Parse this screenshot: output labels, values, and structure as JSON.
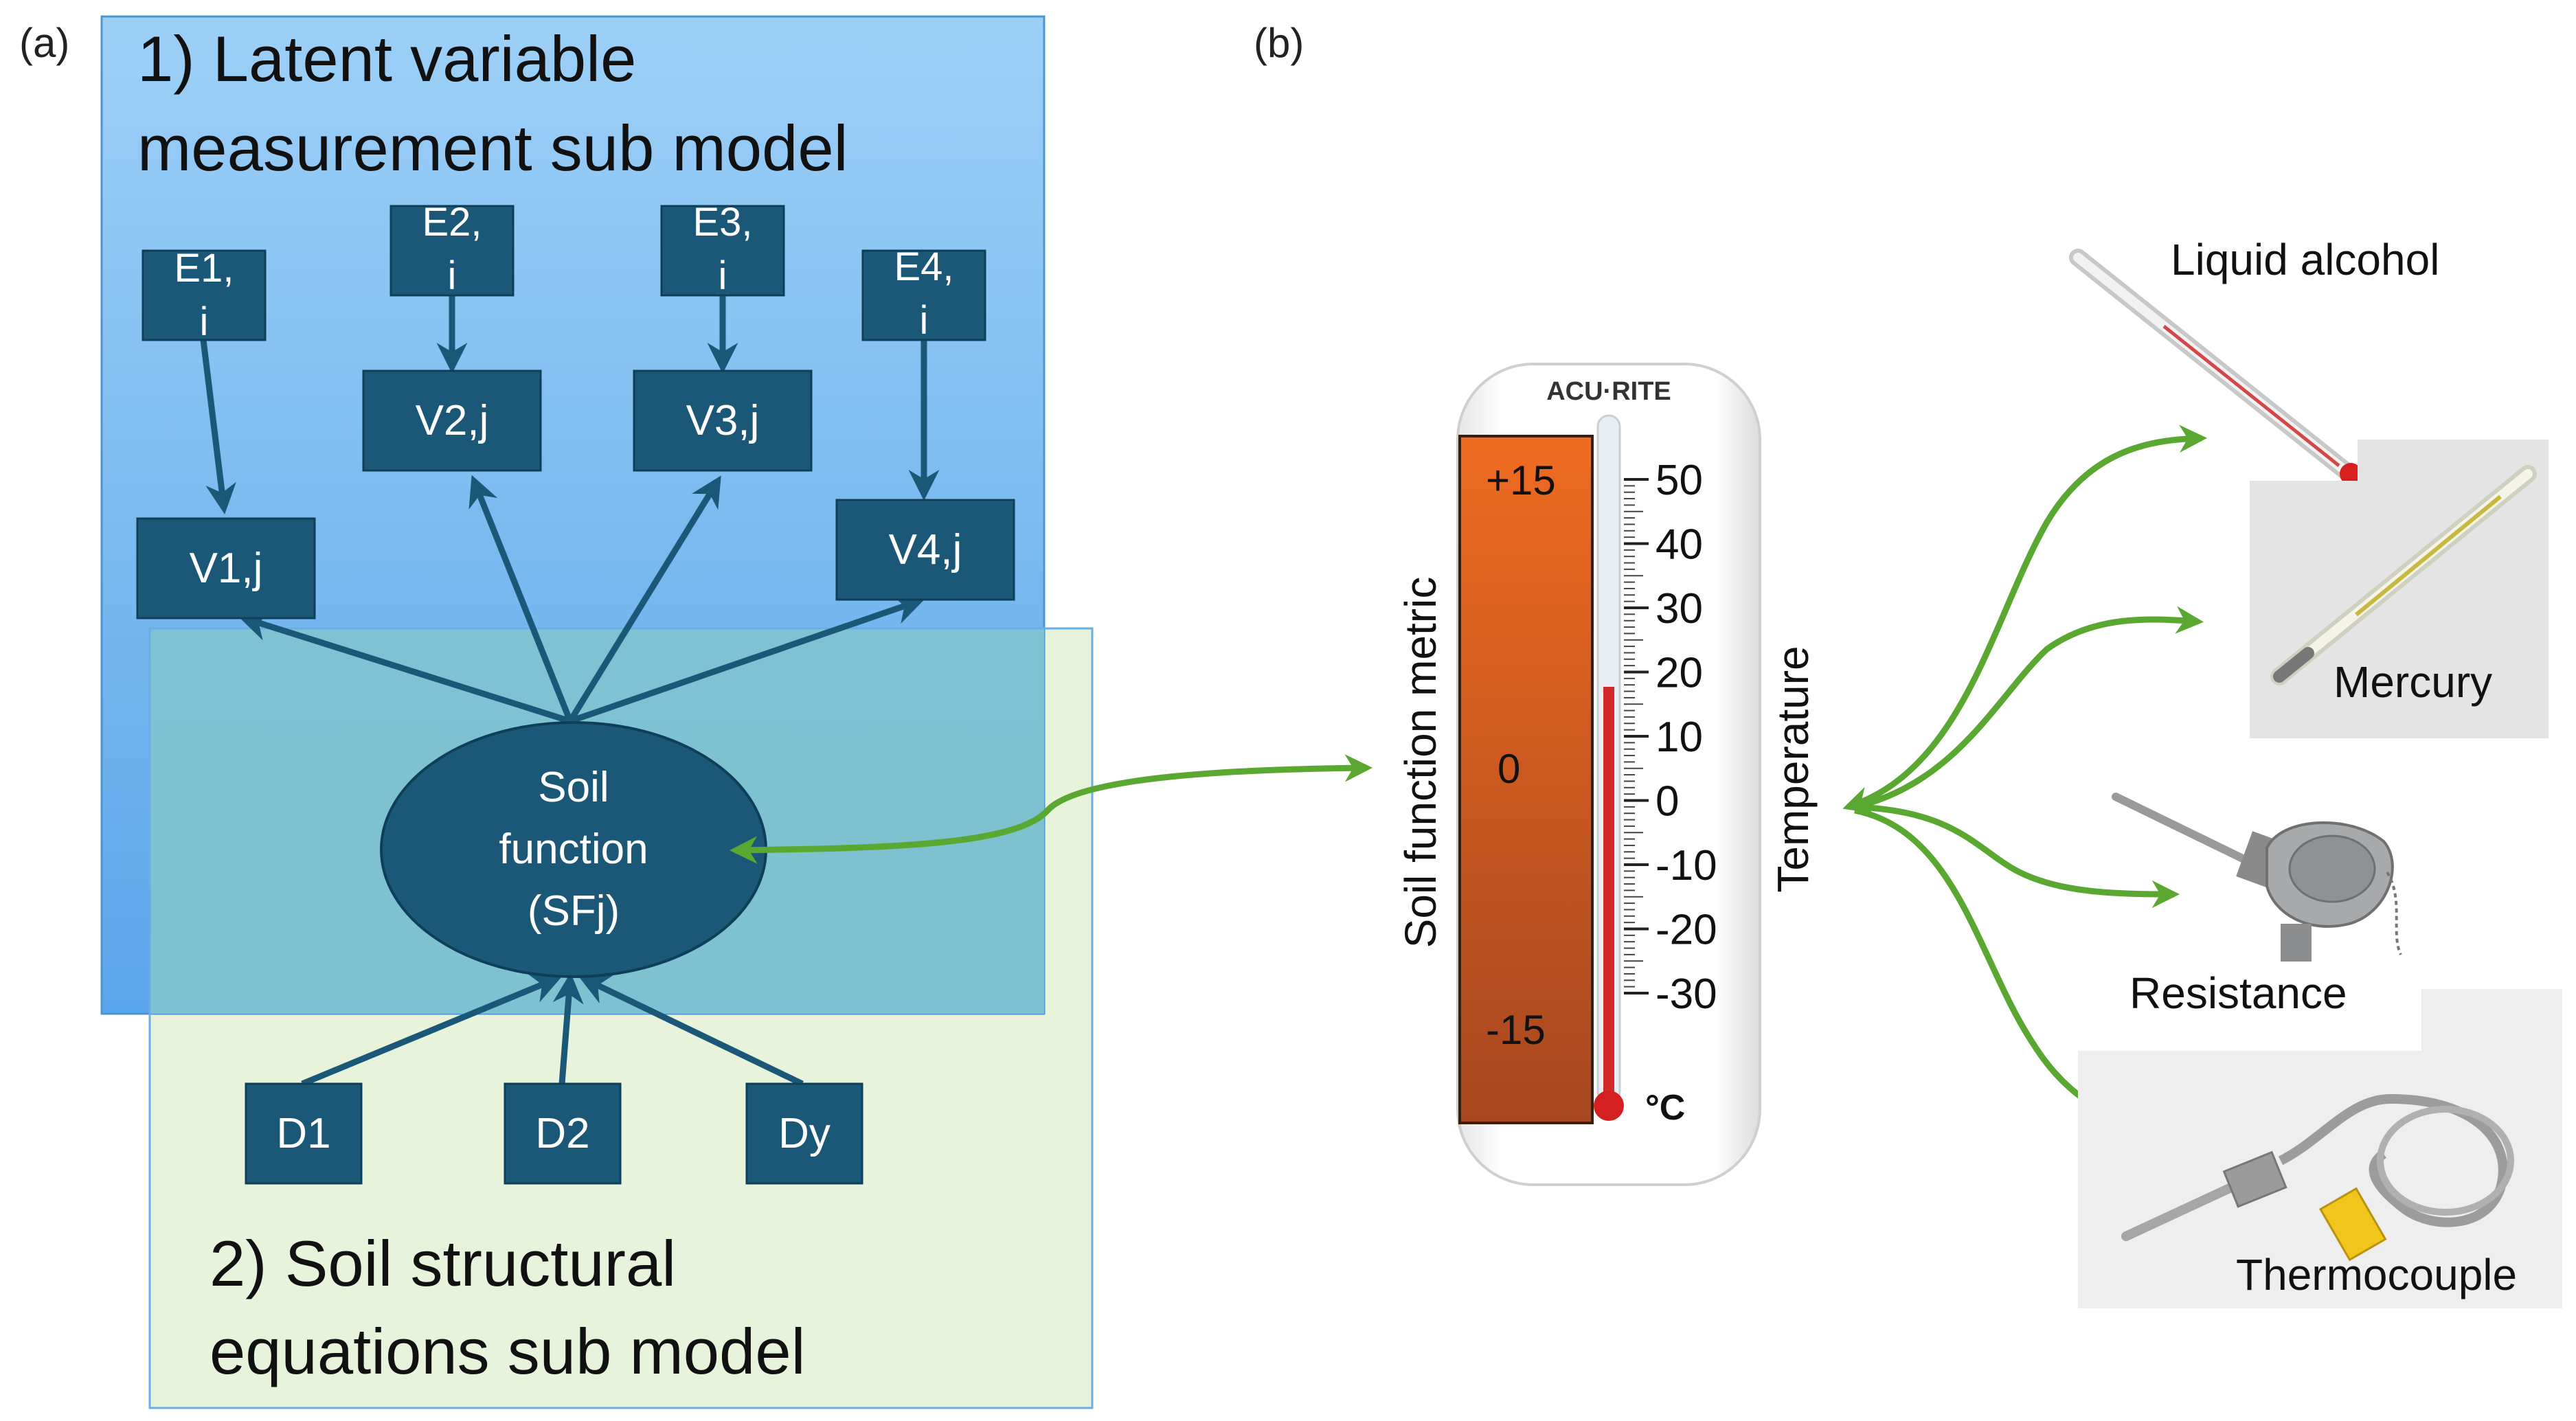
{
  "panel_a": {
    "label": "(a)",
    "measurement_title_line1": "1) Latent variable",
    "measurement_title_line2": "measurement sub model",
    "structural_title_line1": "2) Soil structural",
    "structural_title_line2": "equations sub model",
    "error_nodes": [
      {
        "line1": "E1,",
        "line2": "i"
      },
      {
        "line1": "E2,",
        "line2": "i"
      },
      {
        "line1": "E3,",
        "line2": "i"
      },
      {
        "line1": "E4,",
        "line2": "i"
      }
    ],
    "variable_nodes": [
      "V1,j",
      "V2,j",
      "V3,j",
      "V4,j"
    ],
    "latent_node": {
      "line1": "Soil",
      "line2": "function",
      "line3": "(SFj)"
    },
    "driver_nodes": [
      "D1",
      "D2",
      "Dy"
    ]
  },
  "panel_b": {
    "label": "(b)",
    "brand": "ACU·RITE",
    "soil_axis_title": "Soil function metric",
    "soil_ticks": [
      "+15",
      "0",
      "-15"
    ],
    "temperature_axis_title": "Temperature",
    "temp_ticks": [
      "50",
      "40",
      "30",
      "20",
      "10",
      "0",
      "-10",
      "-20",
      "-30"
    ],
    "unit": "°C",
    "instruments": [
      "Liquid alcohol",
      "Mercury",
      "Resistance",
      "Thermocouple"
    ]
  },
  "colors": {
    "measurement_box": "#77b8ee",
    "structural_box": "#e8f3dc",
    "node_fill": "#1b5878",
    "arrow_dark": "#1b5878",
    "arrow_green": "#5aa832",
    "soil_bar_top": "#ee6a22",
    "soil_bar_bottom": "#a8481e"
  }
}
